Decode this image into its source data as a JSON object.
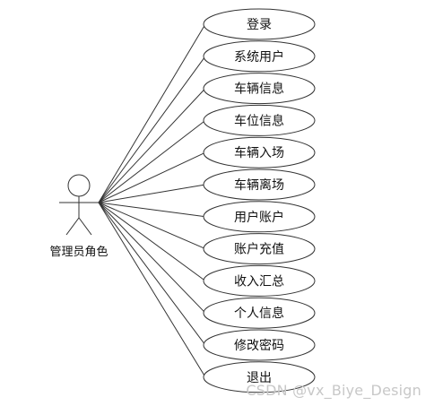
{
  "actor": {
    "label": "管理员角色"
  },
  "use_cases": [
    "登录",
    "系统用户",
    "车辆信息",
    "车位信息",
    "车辆入场",
    "车辆离场",
    "用户账户",
    "账户充值",
    "收入汇总",
    "个人信息",
    "修改密码",
    "退出"
  ],
  "watermark": "CSDN @vx_Biye_Design",
  "colors": {
    "stroke": "#333333",
    "text": "#111111",
    "background": "#ffffff",
    "watermark": "#c8c8c8"
  }
}
